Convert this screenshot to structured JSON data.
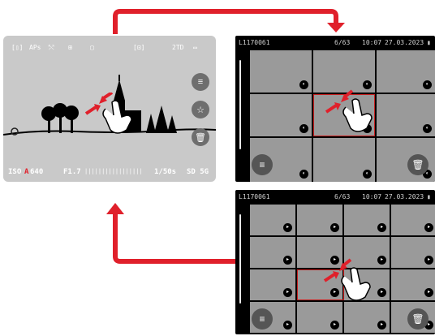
{
  "live_view": {
    "top_bar": {
      "mode_icon": "camera-mode-icon",
      "aps_label": "APs",
      "stabilization_icon": "stabilization-icon",
      "wb_icon": "white-balance-auto-icon",
      "drive_icon": "single-shot-icon",
      "metering_icon": "metering-icon",
      "storage_label": "2TD",
      "battery_icon": "battery-icon"
    },
    "side_buttons": {
      "menu_icon": "filter-menu-icon",
      "favorite_icon": "star-icon",
      "delete_icon": "trash-icon"
    },
    "bottom_bar": {
      "iso_label": "ISO",
      "iso_a": "A",
      "iso_value": "640",
      "aperture": "F1.7",
      "exposure_scale": "|||||||||||||||||",
      "shutter": "1/50s",
      "shots_remaining": "SD 5G"
    },
    "gesture_icon": "pinch-zoom-hand-icon",
    "scene_icon": "landscape-silhouette-icon"
  },
  "gallery_top": {
    "file_name": "L1170061",
    "index": "6/63",
    "time": "10:07",
    "date": "27.03.2023",
    "battery_icon": "battery-icon",
    "columns": 3,
    "rows": 3,
    "selected_cell": 4,
    "filter_icon": "filter-menu-icon",
    "delete_icon": "trash-icon",
    "gesture_icon": "pinch-zoom-hand-icon"
  },
  "gallery_bottom": {
    "file_name": "L1170061",
    "index": "6/63",
    "time": "10:07",
    "date": "27.03.2023",
    "battery_icon": "battery-icon",
    "columns": 4,
    "rows": 4,
    "filter_icon": "filter-menu-icon",
    "delete_icon": "trash-icon",
    "gesture_icon": "pinch-zoom-hand-icon"
  },
  "arrows": {
    "color": "#e0202b"
  }
}
